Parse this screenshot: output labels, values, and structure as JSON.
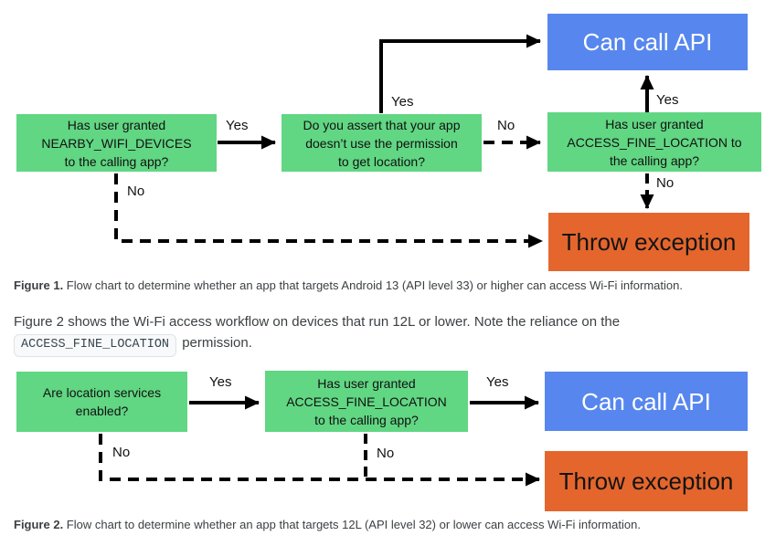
{
  "labels": {
    "yes": "Yes",
    "no": "No"
  },
  "palette": {
    "decision_green": "#61D683",
    "success_blue": "#5787EE",
    "error_orange": "#E4662D",
    "arrow_black": "#000000"
  },
  "fig1": {
    "q_nearby": "Has user granted\nNEARBY_WIFI_DEVICES\nto the calling app?",
    "q_assert": "Do you assert that your app\ndoesn’t use the permission\nto get location?",
    "q_fine": "Has user granted\nACCESS_FINE_LOCATION to\nthe calling app?",
    "can_call": "Can call API",
    "throw": "Throw exception",
    "caption_label": "Figure 1.",
    "caption_text": " Flow chart to determine whether an app that targets Android 13 (API level 33) or higher can access Wi-Fi information."
  },
  "between": {
    "text_before_code": "Figure 2 shows the Wi-Fi access workflow on devices that run 12L or lower. Note the reliance on the",
    "code": "ACCESS_FINE_LOCATION",
    "text_after_code": " permission."
  },
  "fig2": {
    "q_location_services": "Are location services\nenabled?",
    "q_fine": "Has user granted\nACCESS_FINE_LOCATION\nto the calling app?",
    "can_call": "Can call API",
    "throw": "Throw exception",
    "caption_label": "Figure 2.",
    "caption_text": " Flow chart to determine whether an app that targets 12L (API level 32) or lower can access Wi-Fi information."
  }
}
